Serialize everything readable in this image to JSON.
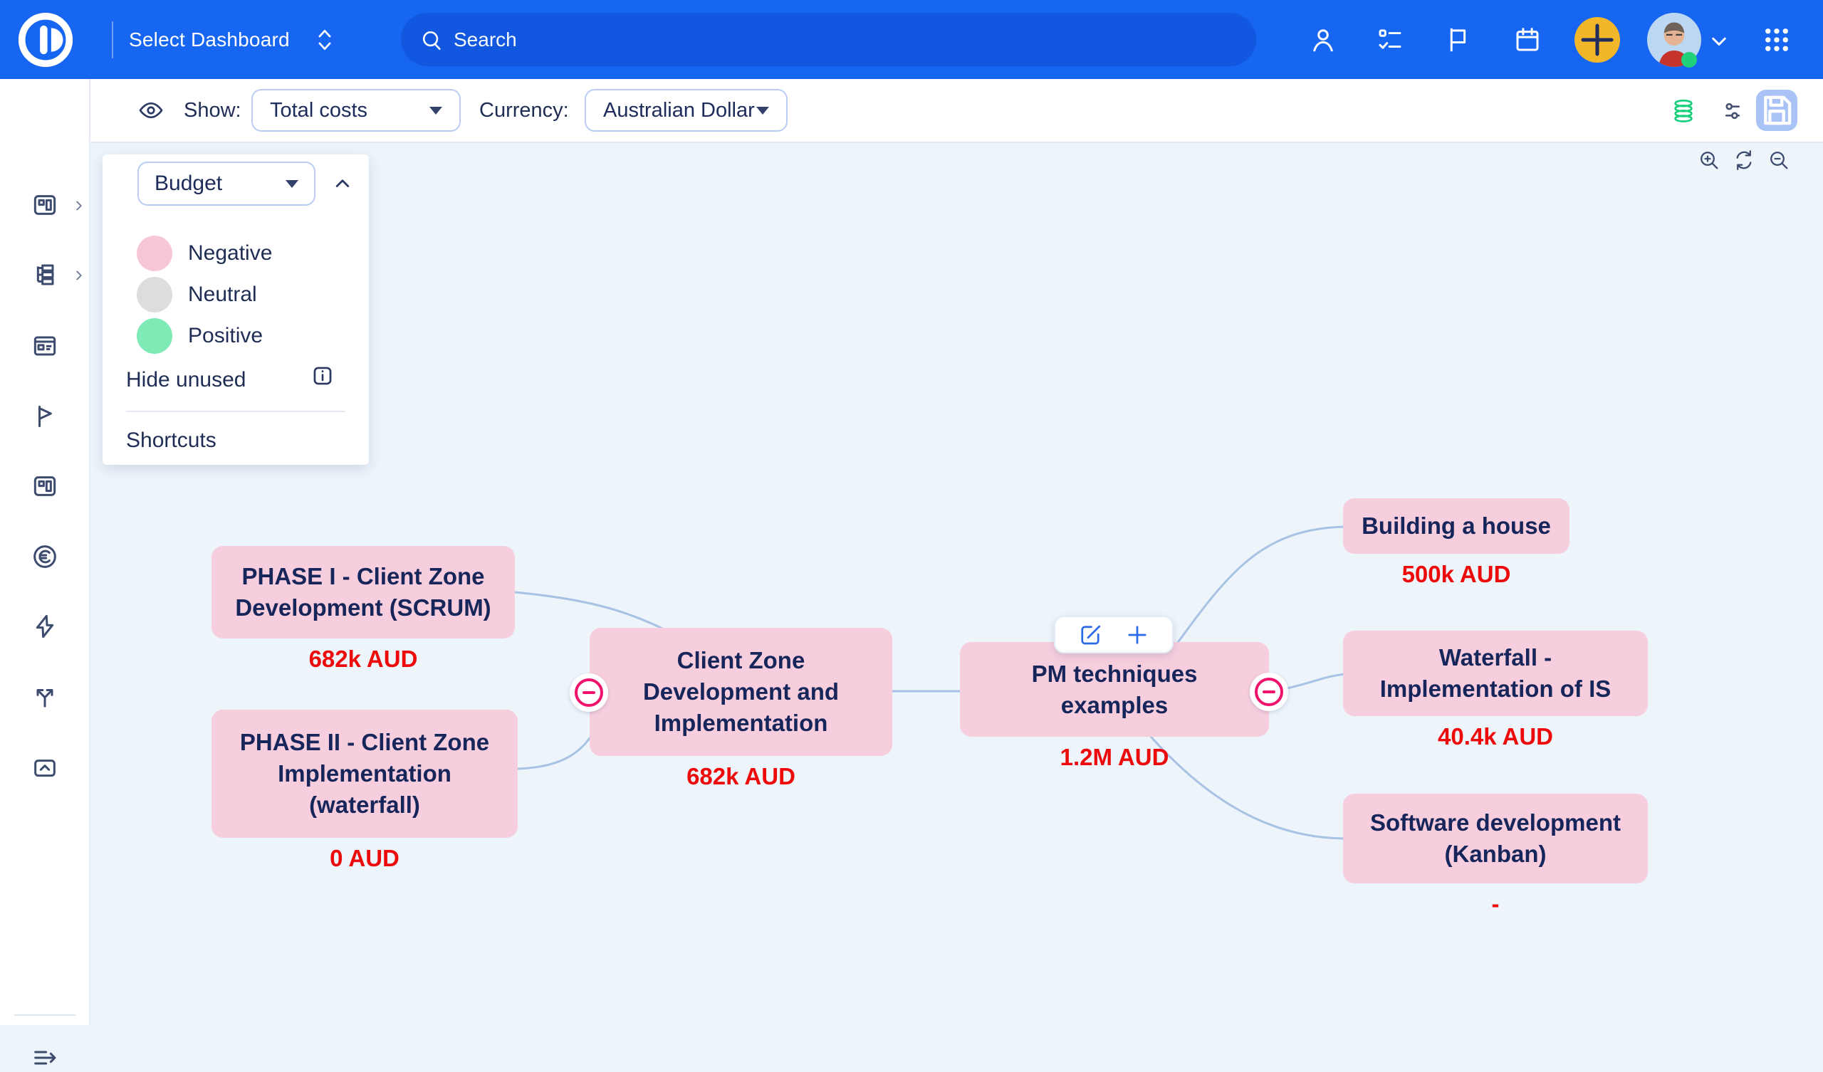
{
  "topbar": {
    "dashboard_selector_label": "Select Dashboard",
    "search_placeholder": "Search",
    "icons": [
      "person-icon",
      "checklist-icon",
      "flag-icon",
      "calendar-icon",
      "plus-icon",
      "avatar",
      "chevron-down-icon",
      "apps-grid-icon"
    ],
    "colors": {
      "bar": "#1766f1",
      "search_field": "#1157e0",
      "add_button": "#f2b62b",
      "online_status": "#21d07a"
    }
  },
  "sidebar": {
    "icons": [
      "dashboards-icon",
      "project-tree-icon",
      "projects-icon",
      "sprint-flag-icon",
      "boards-icon",
      "money-icon",
      "quick-actions-icon",
      "workflow-split-icon",
      "archive-icon",
      "collapse-sidebar-icon"
    ]
  },
  "toolbar": {
    "show_label": "Show:",
    "show_value": "Total costs",
    "currency_label": "Currency:",
    "currency_value": "Australian Dollar",
    "icons": [
      "eye-icon",
      "database-icon",
      "sliders-icon",
      "save-icon"
    ]
  },
  "canvas_controls": {
    "icons": [
      "zoom-in-icon",
      "refresh-icon",
      "zoom-out-icon"
    ]
  },
  "canvas_legend": {
    "metric_selector_value": "Budget",
    "items": [
      {
        "label": "Negative",
        "color": "#f8c6d9"
      },
      {
        "label": "Neutral",
        "color": "#dcdddd"
      },
      {
        "label": "Positive",
        "color": "#7eeab5"
      }
    ],
    "hide_unused_label": "Hide unused",
    "shortcuts_label": "Shortcuts"
  },
  "mindmap": {
    "nodes": [
      {
        "title": "PHASE I - Client Zone Development (SCRUM)",
        "value": "682k AUD"
      },
      {
        "title": "PHASE II - Client Zone Implementation (waterfall)",
        "value": "0 AUD"
      },
      {
        "title": "Client Zone Development and Implementation",
        "value": "682k AUD"
      },
      {
        "title": "PM techniques examples",
        "value": "1.2M AUD"
      },
      {
        "title": "Building a house",
        "value": "500k AUD"
      },
      {
        "title": "Waterfall - Implementation of IS",
        "value": "40.4k AUD"
      },
      {
        "title": "Software development (Kanban)",
        "value": "-"
      }
    ],
    "colors": {
      "node_fill": "#f7cedd",
      "node_text": "#17265a",
      "value_text": "#ec0a0a",
      "connector": "#a8c2e4",
      "collapse_accent": "#f0136b"
    }
  }
}
